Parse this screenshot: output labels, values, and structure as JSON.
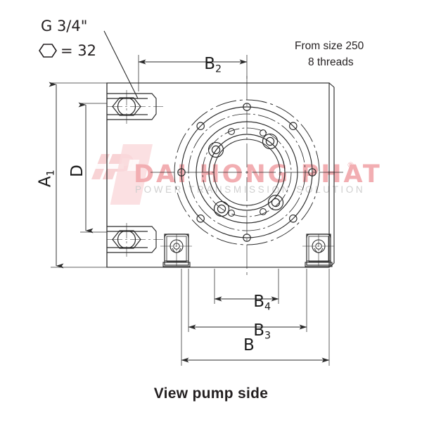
{
  "drawing": {
    "title": "View pump side",
    "annotations": {
      "port_thread": "G 3/4\"",
      "hex_size": "= 32",
      "hex_symbol": "hexagon-outline",
      "note_line1": "From size 250",
      "note_line2": "8 threads"
    },
    "dimensions": {
      "a1": "A",
      "a1_sub": "1",
      "d": "D",
      "b2": "B",
      "b2_sub": "2",
      "b4": "B",
      "b4_sub": "4",
      "b3": "B",
      "b3_sub": "3",
      "b": "B"
    },
    "watermark": {
      "brand": "DAI HONG PHAT",
      "tagline": "POWER TRANSMISSION SOLUTION",
      "registered": "®"
    },
    "colors": {
      "line": "#2b2b2b",
      "thin_line": "#3a3a3a",
      "watermark_red": "#f0a9ad",
      "watermark_gray": "#c9c9c9",
      "text": "#231f20"
    }
  }
}
